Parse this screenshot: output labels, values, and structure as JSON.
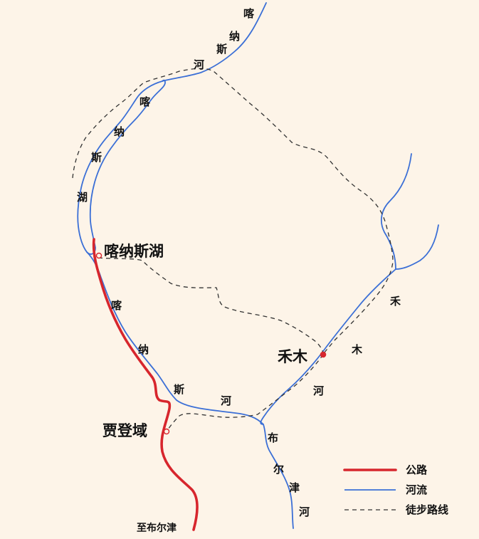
{
  "places": {
    "kanas_lake": "喀纳斯湖",
    "hemu": "禾木",
    "jiadengyu": "贾登域",
    "to_burqin": "至布尔津"
  },
  "rivers": {
    "kanas_river_top": [
      "喀",
      "纳",
      "斯",
      "河"
    ],
    "kanas_lake_vertical": [
      "喀",
      "纳",
      "斯",
      "湖"
    ],
    "kanas_river_mid": [
      "喀",
      "纳",
      "斯",
      "河"
    ],
    "hemu_river": [
      "禾",
      "木",
      "河"
    ],
    "burqin_river": [
      "布",
      "尔",
      "津",
      "河"
    ]
  },
  "legend": {
    "road": "公路",
    "river": "河流",
    "trail": "徒步路线"
  },
  "colors": {
    "background": "#fdf4e8",
    "road": "#d7262d",
    "river": "#3b6fd6",
    "trail": "#333333"
  }
}
